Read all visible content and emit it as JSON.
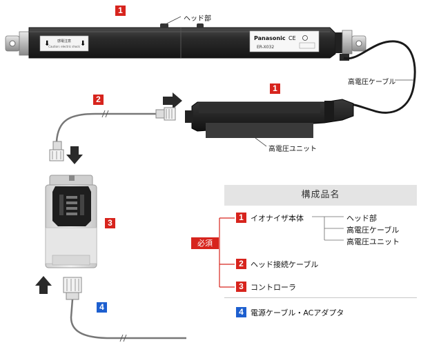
{
  "labels": {
    "head": "ヘッド部",
    "hv_cable": "高電圧ケーブル",
    "hv_unit": "高電圧ユニット"
  },
  "head_print": {
    "brand": "Panasonic",
    "model": "ER-X032",
    "warning_jp": "感電注意",
    "warning_en": "Caution: electric shock",
    "cert": "CE"
  },
  "badges": {
    "b1_top": "1",
    "b1_unit": "1",
    "b2": "2",
    "b3": "3",
    "b4": "4"
  },
  "colors": {
    "red": "#d7241d",
    "blue": "#1d5fcf",
    "body": "#2a2a2a"
  },
  "table": {
    "title": "構成品名",
    "required": "必須",
    "rows": [
      {
        "num": "1",
        "name": "イオナイザ本体",
        "color": "red"
      },
      {
        "num": "2",
        "name": "ヘッド接続ケーブル",
        "color": "red"
      },
      {
        "num": "3",
        "name": "コントローラ",
        "color": "red"
      },
      {
        "num": "4",
        "name": "電源ケーブル・ACアダプタ",
        "color": "blue"
      }
    ],
    "sub": [
      "ヘッド部",
      "高電圧ケーブル",
      "高電圧ユニット"
    ]
  }
}
